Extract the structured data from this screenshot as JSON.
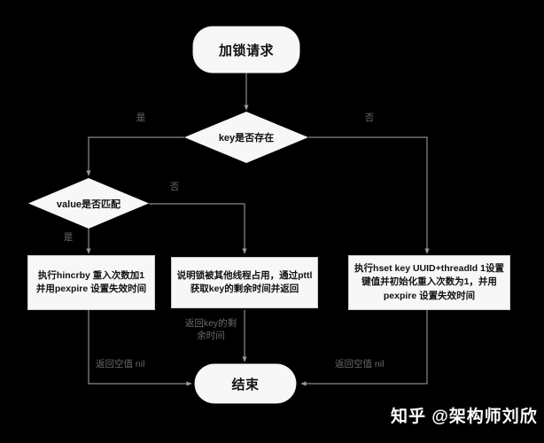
{
  "diagram": {
    "title_node": "加锁请求",
    "end_node": "结束",
    "colors": {
      "background": "#000000",
      "node_fill": "#f7f7f7",
      "node_text": "#111111",
      "edge_line": "#8a8a8a",
      "edge_label": "#6a6a6a",
      "watermark": "#ffffff"
    },
    "nodes": {
      "start": {
        "label": "加锁请求",
        "shape": "terminator"
      },
      "decision_key": {
        "label": "key是否存在",
        "shape": "decision"
      },
      "decision_value": {
        "label": "value是否匹配",
        "shape": "decision"
      },
      "process_hincrby": {
        "label": "执行hincrby 重入次数加1 并用pexpire 设置失效时间",
        "shape": "process"
      },
      "process_pttl": {
        "label": "说明锁被其他线程占用，通过pttl 获取key的剩余时间并返回",
        "shape": "process"
      },
      "process_hset": {
        "label": "执行hset key UUID+threadId 1设置键值并初始化重入次数为1，并用pexpire 设置失效时间",
        "shape": "process"
      },
      "end": {
        "label": "结束",
        "shape": "terminator"
      }
    },
    "edge_labels": {
      "key_yes": "是",
      "key_no": "否",
      "value_yes": "是",
      "value_no": "否",
      "return_ttl": "返回key的剩\n余时间",
      "return_nil_left": "返回空值 nil",
      "return_nil_right": "返回空值 nil"
    }
  },
  "watermark": {
    "text": "知乎 @架构师刘欣"
  }
}
